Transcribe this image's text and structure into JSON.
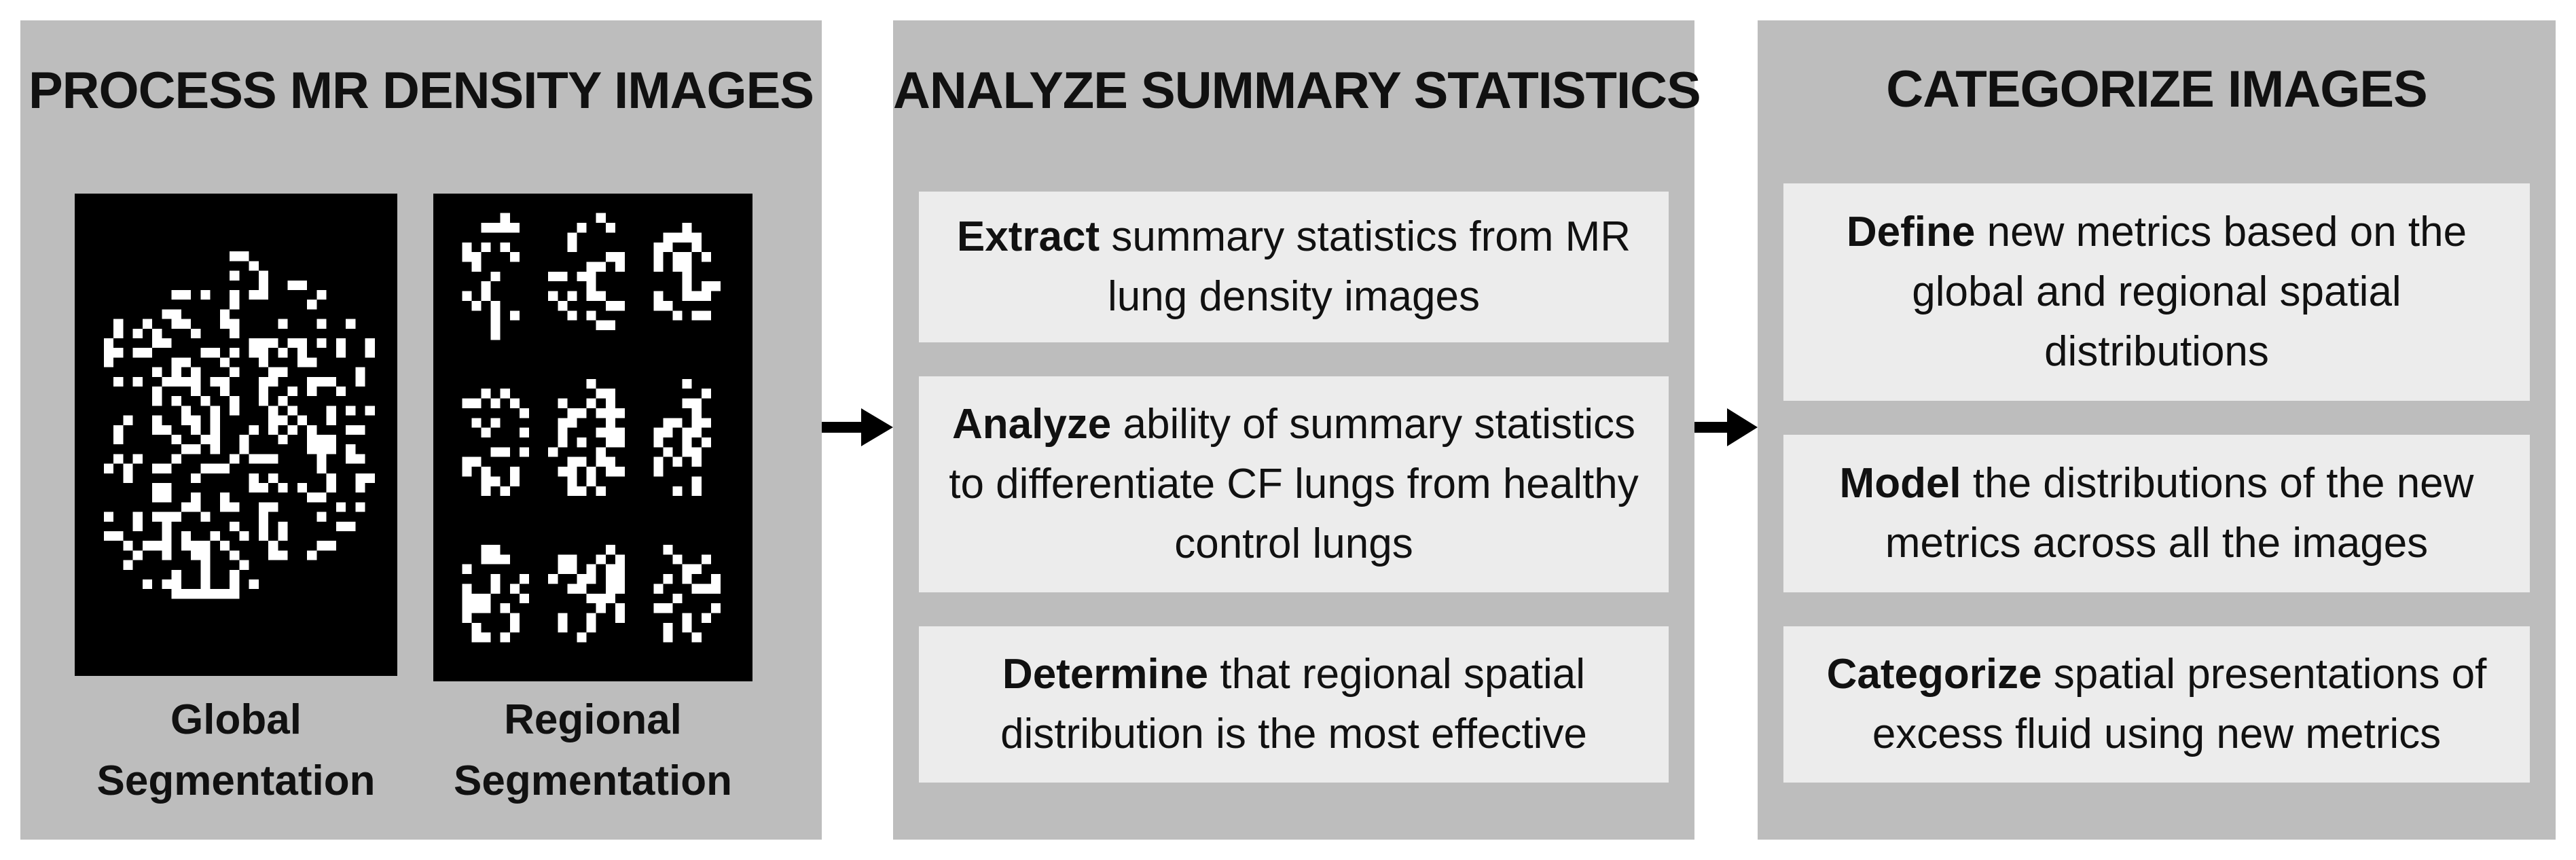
{
  "panels": [
    {
      "title": "PROCESS MR DENSITY IMAGES",
      "images": [
        {
          "caption_line1": "Global",
          "caption_line2": "Segmentation"
        },
        {
          "caption_line1": "Regional",
          "caption_line2": "Segmentation"
        }
      ]
    },
    {
      "title": "ANALYZE SUMMARY STATISTICS",
      "steps": [
        {
          "keyword": "Extract",
          "text": " summary statistics from MR lung density images"
        },
        {
          "keyword": "Analyze",
          "text": " ability of summary statistics to differentiate CF lungs from healthy control lungs"
        },
        {
          "keyword": "Determine",
          "text": " that regional spatial distribution is the most effective"
        }
      ]
    },
    {
      "title": "CATEGORIZE IMAGES",
      "steps": [
        {
          "keyword": "Define",
          "text": " new metrics based on the global and regional spatial distributions"
        },
        {
          "keyword": "Model",
          "text": " the distributions of the new metrics across all the images"
        },
        {
          "keyword": "Categorize",
          "text": " spatial presentations of excess fluid using new metrics"
        }
      ]
    }
  ],
  "colors": {
    "panel_bg": "#bdbdbd",
    "step_bg": "#ececec",
    "image_bg": "#000000",
    "pixel": "#ffffff",
    "arrow": "#000000"
  },
  "icons": [
    "right-arrow-icon",
    "right-arrow-icon"
  ]
}
